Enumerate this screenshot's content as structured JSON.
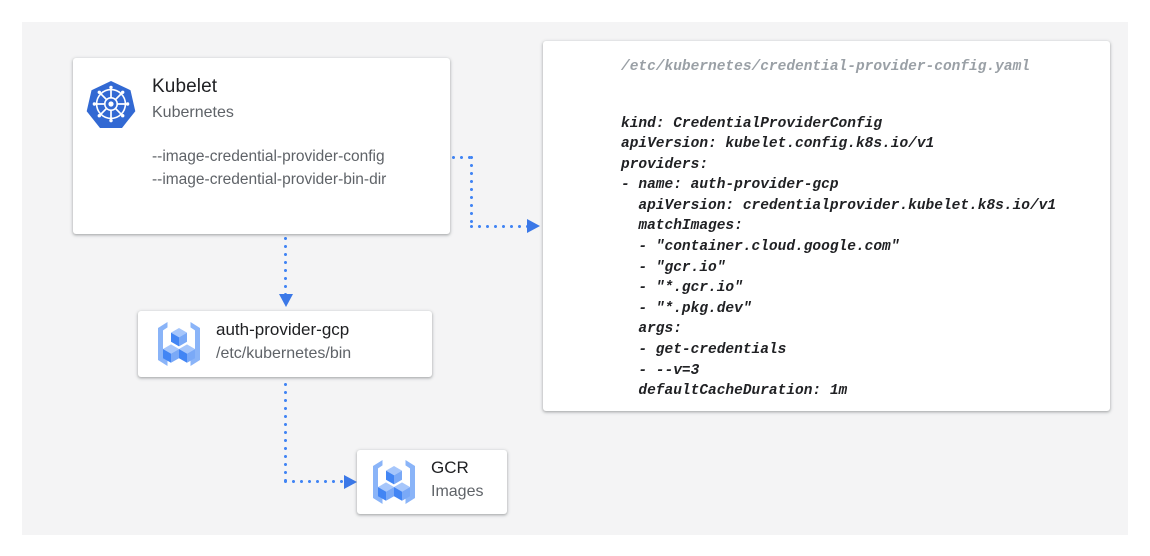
{
  "diagram": {
    "background_color": "#f4f4f5",
    "accent_color": "#4285f4",
    "arrow_color": "#3b78e7"
  },
  "kubelet_card": {
    "icon": "kubernetes-helm-wheel-icon",
    "title": "Kubelet",
    "subtitle": "Kubernetes",
    "flags": [
      "--image-credential-provider-config",
      "--image-credential-provider-bin-dir"
    ]
  },
  "auth_provider_card": {
    "icon": "container-registry-cubes-icon",
    "title": "auth-provider-gcp",
    "subtitle": "/etc/kubernetes/bin"
  },
  "gcr_card": {
    "icon": "container-registry-cubes-icon",
    "title": "GCR",
    "subtitle": "Images"
  },
  "code_card": {
    "path": "/etc/kubernetes/credential-provider-config.yaml",
    "yaml": "kind: CredentialProviderConfig\napiVersion: kubelet.config.k8s.io/v1\nproviders:\n- name: auth-provider-gcp\n  apiVersion: credentialprovider.kubelet.k8s.io/v1\n  matchImages:\n  - \"container.cloud.google.com\"\n  - \"gcr.io\"\n  - \"*.gcr.io\"\n  - \"*.pkg.dev\"\n  args:\n  - get-credentials\n  - --v=3\n  defaultCacheDuration: 1m"
  }
}
